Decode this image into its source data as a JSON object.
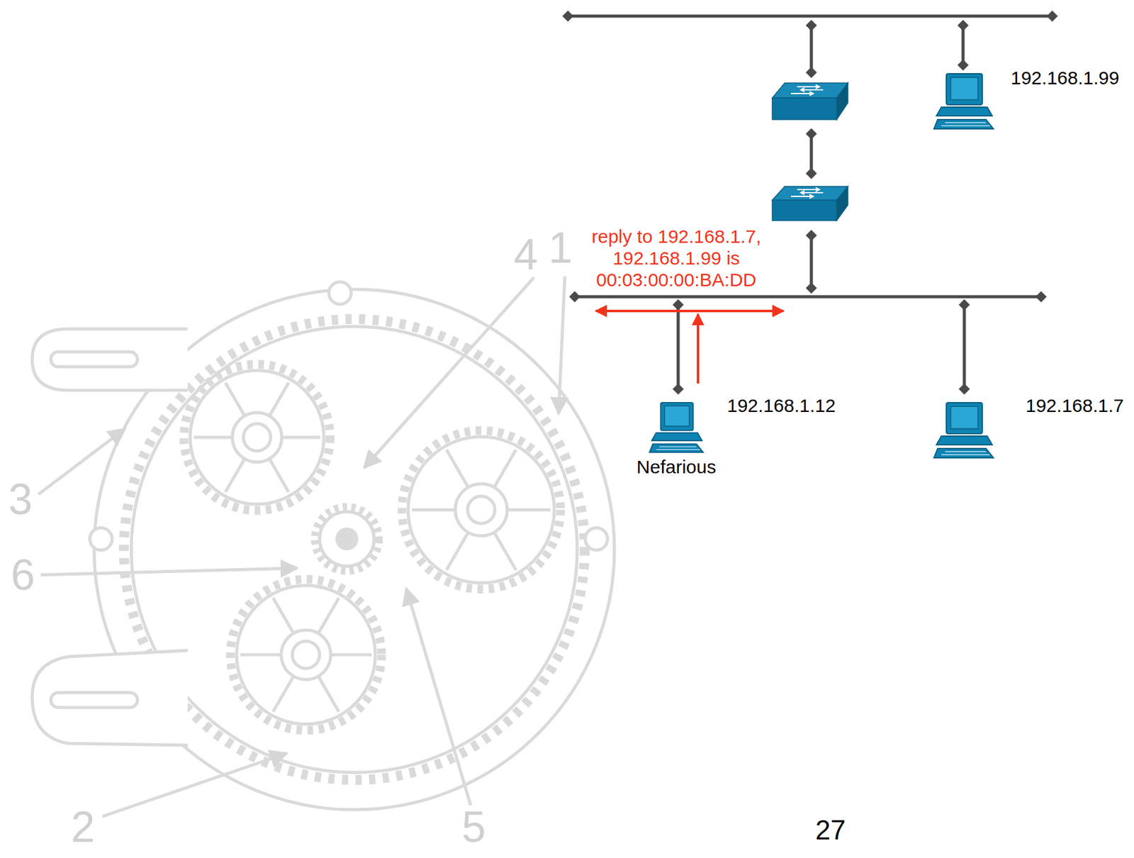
{
  "diagram": {
    "nodes": [
      {
        "text": [
          "192.168.1.99"
        ]
      },
      {
        "text": [
          "192.168.1.12",
          "Nefarious"
        ]
      },
      {
        "text": [
          "192.168.1.7"
        ]
      }
    ],
    "labels": [
      "reply to 192.168.1.7, 192.168.1.99 is 00:03:00:00:BA:DD",
      "4",
      "1",
      "3",
      "6",
      "2",
      "5",
      "27"
    ]
  }
}
